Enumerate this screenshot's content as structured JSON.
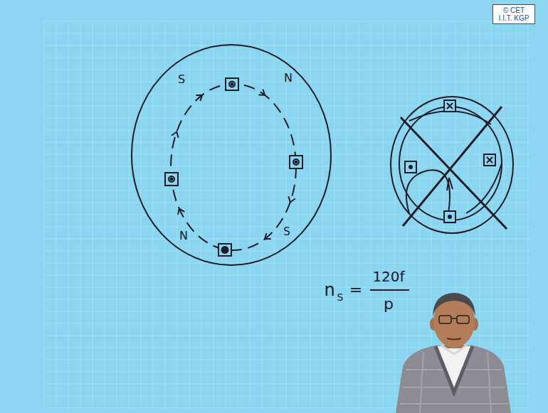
{
  "diagram": {
    "nodes": [
      {
        "text": [
          "© CET I.I.T. KGP"
        ]
      }
    ],
    "labels": [
      "S",
      "N",
      "N",
      "S",
      "n",
      "S",
      "=",
      "120f",
      "p"
    ]
  }
}
